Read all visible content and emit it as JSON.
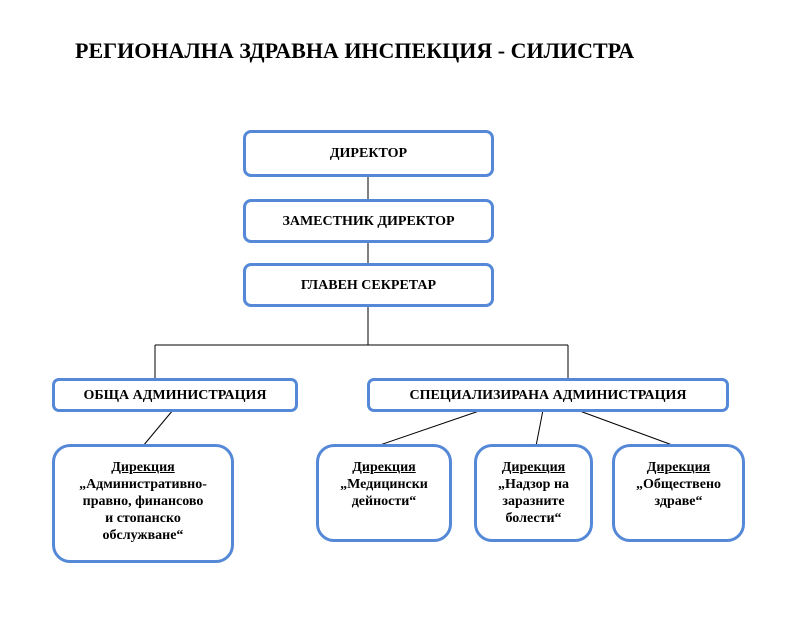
{
  "title": "РЕГИОНАЛНА ЗДРАВНА ИНСПЕКЦИЯ - СИЛИСТРА",
  "colors": {
    "box_border": "#5589d8",
    "connector": "#000000"
  },
  "nodes": {
    "director": "ДИРЕКТОР",
    "deputy_director": "ЗАМЕСТНИК ДИРЕКТОР",
    "chief_secretary": "ГЛАВЕН СЕКРЕТАР",
    "general_admin": "ОБЩА АДМИНИСТРАЦИЯ",
    "specialized_admin": "СПЕЦИАЛИЗИРАНА АДМИНИСТРАЦИЯ"
  },
  "directorates": [
    {
      "heading": "Дирекция",
      "lines": [
        "„Административно-",
        "правно, финансово",
        "и стопанско",
        "обслужване“"
      ]
    },
    {
      "heading": "Дирекция",
      "lines": [
        "„Медицински",
        "дейности“"
      ]
    },
    {
      "heading": "Дирекция",
      "lines": [
        "„Надзор на",
        "заразните",
        "болести“"
      ]
    },
    {
      "heading": "Дирекция",
      "lines": [
        "„Обществено",
        "здраве“"
      ]
    }
  ]
}
